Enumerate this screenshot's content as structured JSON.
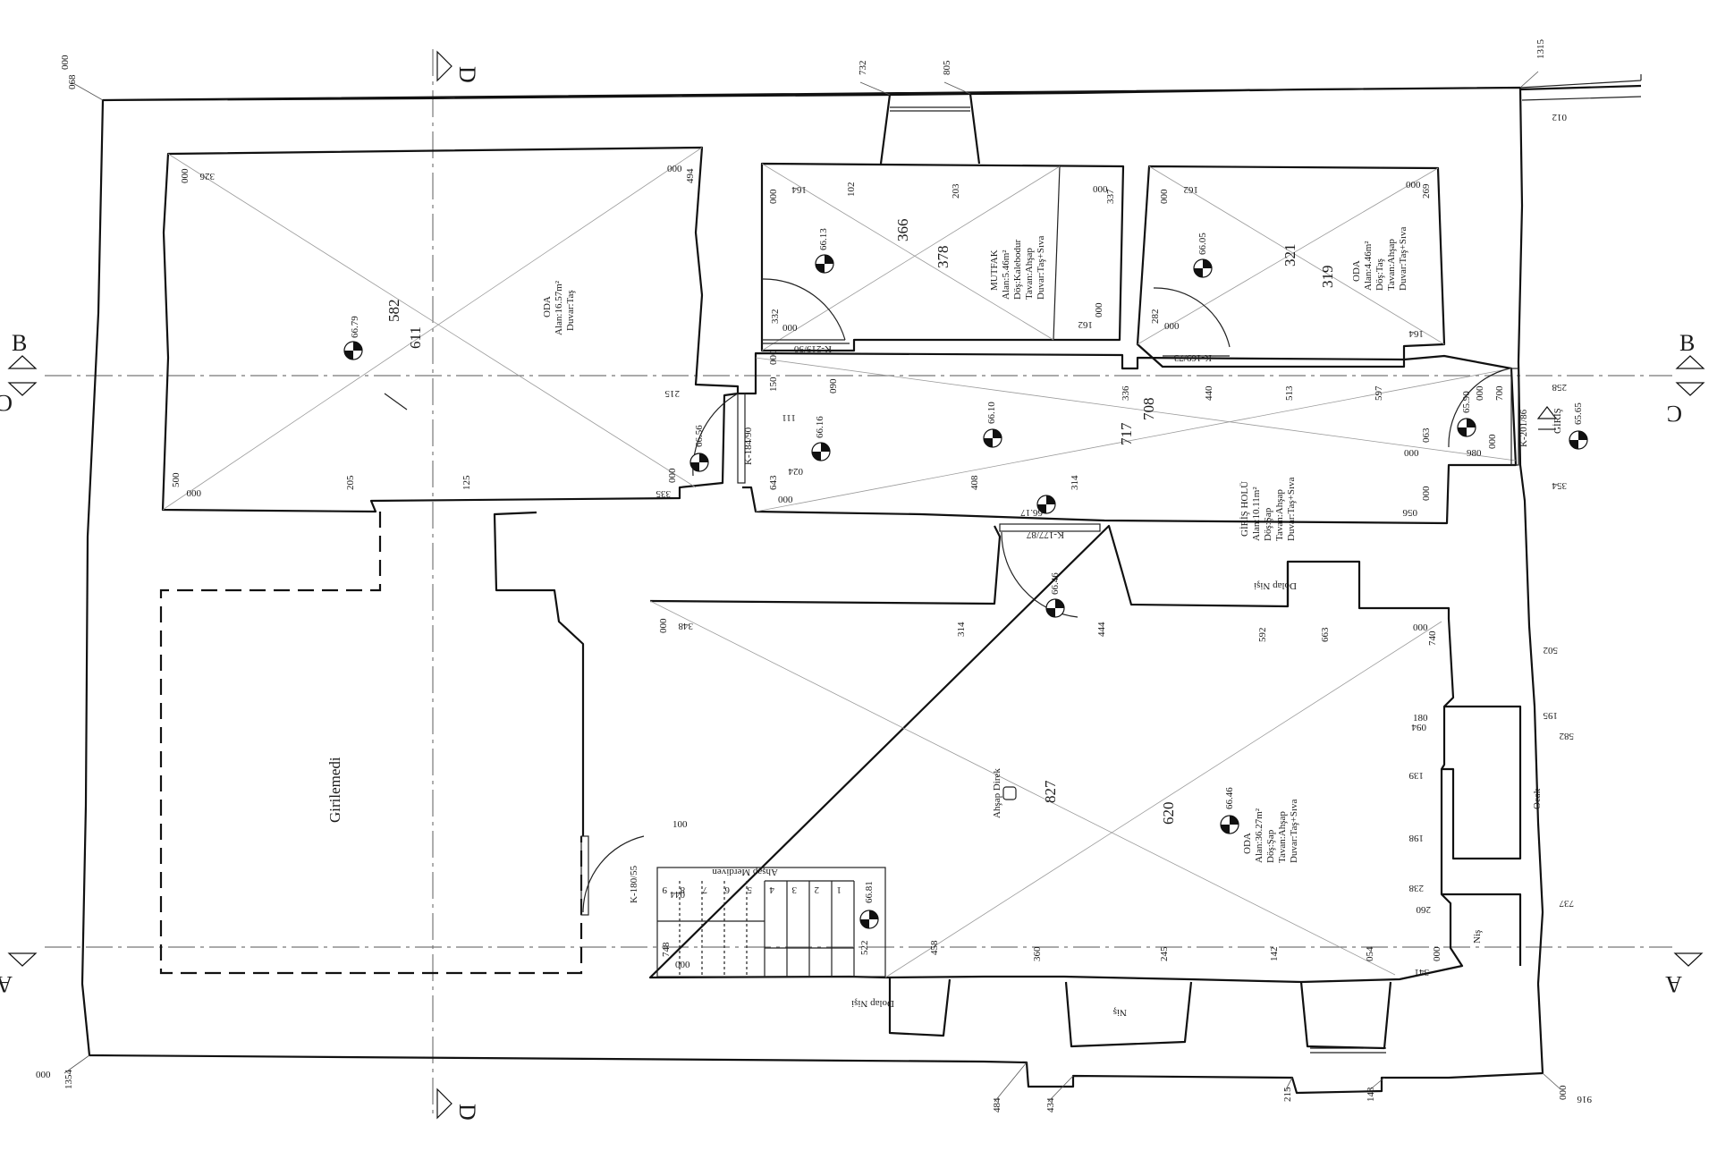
{
  "sections": {
    "A": "A",
    "B": "B",
    "C": "C",
    "D": "D"
  },
  "rooms": {
    "oda_top": {
      "name": "ODA",
      "area": "Alan:16.57m²",
      "wall": "Duvar:Taş",
      "dim_a": "582",
      "dim_b": "611",
      "level": "66.79"
    },
    "mutfak": {
      "name": "MUTFAK",
      "area": "Alan:5.46m²",
      "floor": "Döş:Kalebodur",
      "ceiling": "Tavan:Ahşap",
      "wall": "Duvar:Taş+Sıva",
      "dim_a": "366",
      "dim_b": "378",
      "level": "66.13"
    },
    "oda_small": {
      "name": "ODA",
      "area": "Alan:4.46m²",
      "floor": "Döş:Taş",
      "ceiling": "Tavan:Ahşap",
      "wall": "Duvar:Taş+Sıva",
      "dim_a": "321",
      "dim_b": "319",
      "level": "66.05"
    },
    "giris_holu": {
      "name": "GİRİŞ HOLÜ",
      "area": "Alan:10.11m²",
      "floor": "Döş:Şap",
      "ceiling": "Tavan:Ahşap",
      "wall": "Duvar:Taş+Sıva",
      "dim_a": "717",
      "dim_b": "708",
      "level": "66.10"
    },
    "oda_big": {
      "name": "ODA",
      "area": "Alan:36.27m²",
      "floor": "Döş:Şap",
      "ceiling": "Tavan:Ahşap",
      "wall": "Duvar:Taş+Sıva",
      "dim_a": "827",
      "dim_b": "620",
      "level": "66.46"
    }
  },
  "labels": {
    "girilemedi": "Girilemedi",
    "giris": "GİRİŞ",
    "dolap_nisi": "Dolap Nişi",
    "nis": "Niş",
    "ocak": "Ocak",
    "ahsap_direk": "Ahşap Direk",
    "ahsap_merdiven": "Ahşap Merdiven"
  },
  "doors": {
    "k219": "K-219/90",
    "k184": "K-184/90",
    "k169": "K-169/73",
    "k201": "K-201/86",
    "k177": "K-177/87",
    "k180": "K-180/55"
  },
  "levels": {
    "l1": "66.56",
    "l2": "66.16",
    "l3": "66.17",
    "l4": "66.46",
    "l5": "65.90",
    "l6": "65.65",
    "l7": "66.81"
  },
  "stairs": [
    "1",
    "2",
    "3",
    "4",
    "5",
    "6",
    "7",
    "8",
    "9"
  ],
  "dims": {
    "d068": "068",
    "d000a": "000",
    "d1354": "1354",
    "d000b": "000",
    "d732": "732",
    "d805": "805",
    "d1315": "1315",
    "d012": "012",
    "d326": "326",
    "d000c": "000",
    "d494": "494",
    "d000d": "000",
    "d215": "215",
    "d500": "500",
    "d000e": "000",
    "d205": "205",
    "d125": "125",
    "d335": "335",
    "d000f": "000",
    "d164": "164",
    "d000g": "000",
    "d102": "102",
    "d203": "203",
    "d337": "337",
    "d000h": "000",
    "d332": "332",
    "d000i": "000",
    "d162": "162",
    "d000j": "000",
    "d150": "150",
    "d000k": "000",
    "d090": "090",
    "d111": "111",
    "d162b": "162",
    "d000l": "000",
    "d269": "269",
    "d000m": "000",
    "d282": "282",
    "d000n": "000",
    "d164b": "164",
    "d336": "336",
    "d440": "440",
    "d513": "513",
    "d597": "597",
    "d700": "700",
    "d000o": "000",
    "d258": "258",
    "d063": "063",
    "d000p": "000",
    "d980": "980",
    "d000q": "000",
    "d024": "024",
    "d643": "643",
    "d000r": "000",
    "d408": "408",
    "d314": "314",
    "d000s": "000",
    "d056": "056",
    "d354": "354",
    "d348": "348",
    "d000t": "000",
    "d314b": "314",
    "d444": "444",
    "d592": "592",
    "d663": "663",
    "d000u": "000",
    "d740": "740",
    "d502": "502",
    "d180": "180",
    "d094": "094",
    "d195": "195",
    "d582b": "582",
    "d139": "139",
    "d198": "198",
    "d238": "238",
    "d260": "260",
    "d737": "737",
    "d100": "100",
    "d044": "044",
    "d748": "748",
    "d000v": "000",
    "d522": "522",
    "d458": "458",
    "d360": "360",
    "d245": "245",
    "d142": "142",
    "d054": "054",
    "d000w": "000",
    "d341": "341",
    "d484": "484",
    "d434": "434",
    "d215b": "215",
    "d143": "143",
    "d000x": "000",
    "d916": "916"
  }
}
